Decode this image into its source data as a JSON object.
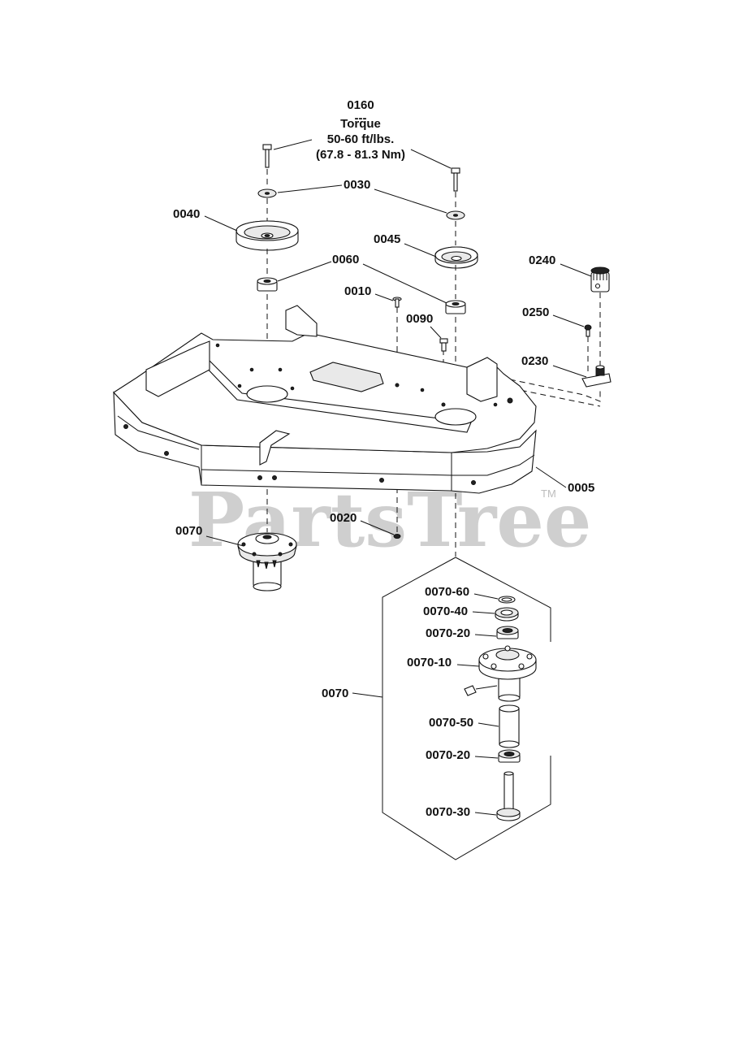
{
  "watermark": {
    "text": "PartsTree",
    "trademark": "TM"
  },
  "torque_note": {
    "part": "0160",
    "separator": "---",
    "title": "Torque",
    "value_imperial": "50-60 ft/lbs.",
    "value_metric": "(67.8 - 81.3 Nm)"
  },
  "callouts": {
    "c0030": "0030",
    "c0040": "0040",
    "c0045": "0045",
    "c0060": "0060",
    "c0010": "0010",
    "c0090": "0090",
    "c0240": "0240",
    "c0250": "0250",
    "c0230": "0230",
    "c0005": "0005",
    "c0020": "0020",
    "c0070_left": "0070",
    "c0070_kit": "0070",
    "c0070_60": "0070-60",
    "c0070_40": "0070-40",
    "c0070_20a": "0070-20",
    "c0070_10": "0070-10",
    "c0070_50": "0070-50",
    "c0070_20b": "0070-20",
    "c0070_30": "0070-30"
  }
}
